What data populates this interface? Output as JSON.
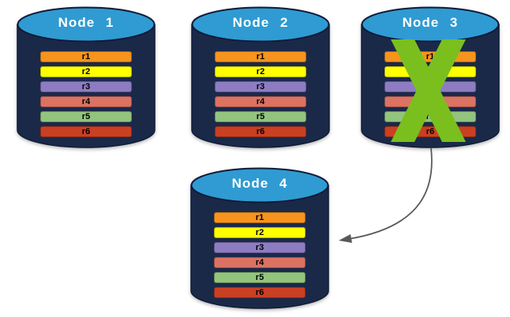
{
  "diagram": {
    "nodes": [
      {
        "label": "Node 1",
        "crossed_out": false,
        "rows": [
          "r1",
          "r2",
          "r3",
          "r4",
          "r5",
          "r6"
        ]
      },
      {
        "label": "Node 2",
        "crossed_out": false,
        "rows": [
          "r1",
          "r2",
          "r3",
          "r4",
          "r5",
          "r6"
        ]
      },
      {
        "label": "Node 3",
        "crossed_out": true,
        "rows": [
          "r1",
          "r2",
          "r3",
          "r4",
          "r5",
          "r6"
        ]
      },
      {
        "label": "Node 4",
        "crossed_out": false,
        "rows": [
          "r1",
          "r2",
          "r3",
          "r4",
          "r5",
          "r6"
        ]
      }
    ],
    "row_colors": [
      "#F7941D",
      "#FFFF00",
      "#8E7CC3",
      "#DC7262",
      "#93C47D",
      "#CB3F22"
    ],
    "colors": {
      "cylinder_body": "#1B2949",
      "cylinder_outline": "#0F1B38",
      "cylinder_top": "#2F9BD2",
      "node_label_text": "#FFFFFF",
      "row_text": "#000000",
      "x_mark": "#7ABF1E",
      "arrow": "#595959"
    },
    "icons": {
      "x_mark": "x-mark-icon",
      "arrow": "curved-arrow-icon",
      "cylinder": "database-cylinder-icon"
    }
  }
}
